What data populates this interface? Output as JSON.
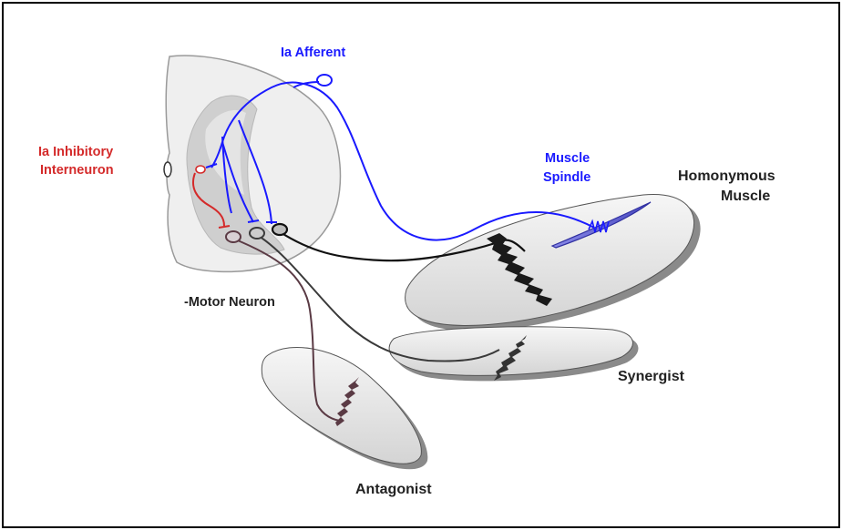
{
  "labels": {
    "ia_afferent": "Ia Afferent",
    "ia_inhibitory_line1": "Ia Inhibitory",
    "ia_inhibitory_line2": "Interneuron",
    "muscle_spindle_line1": "Muscle",
    "muscle_spindle_line2": "Spindle",
    "homonymous_line1": "Homonymous",
    "homonymous_line2": "Muscle",
    "motor_neuron": "-Motor Neuron",
    "synergist": "Synergist",
    "antagonist": "Antagonist"
  },
  "colors": {
    "afferent": "#1a1aff",
    "inhibitory": "#d42a2a",
    "label_dark": "#222222",
    "cord_fill": "#efefef",
    "grey_matter": "#cfcfcf",
    "muscle_fill": "#e6e6e6",
    "muscle_shadow": "#8a8a8a",
    "antagonist_axon": "#5a3a44",
    "synergist_axon": "#3a3a3a",
    "homonymous_axon": "#111111",
    "spindle": "#6a6ad8"
  }
}
